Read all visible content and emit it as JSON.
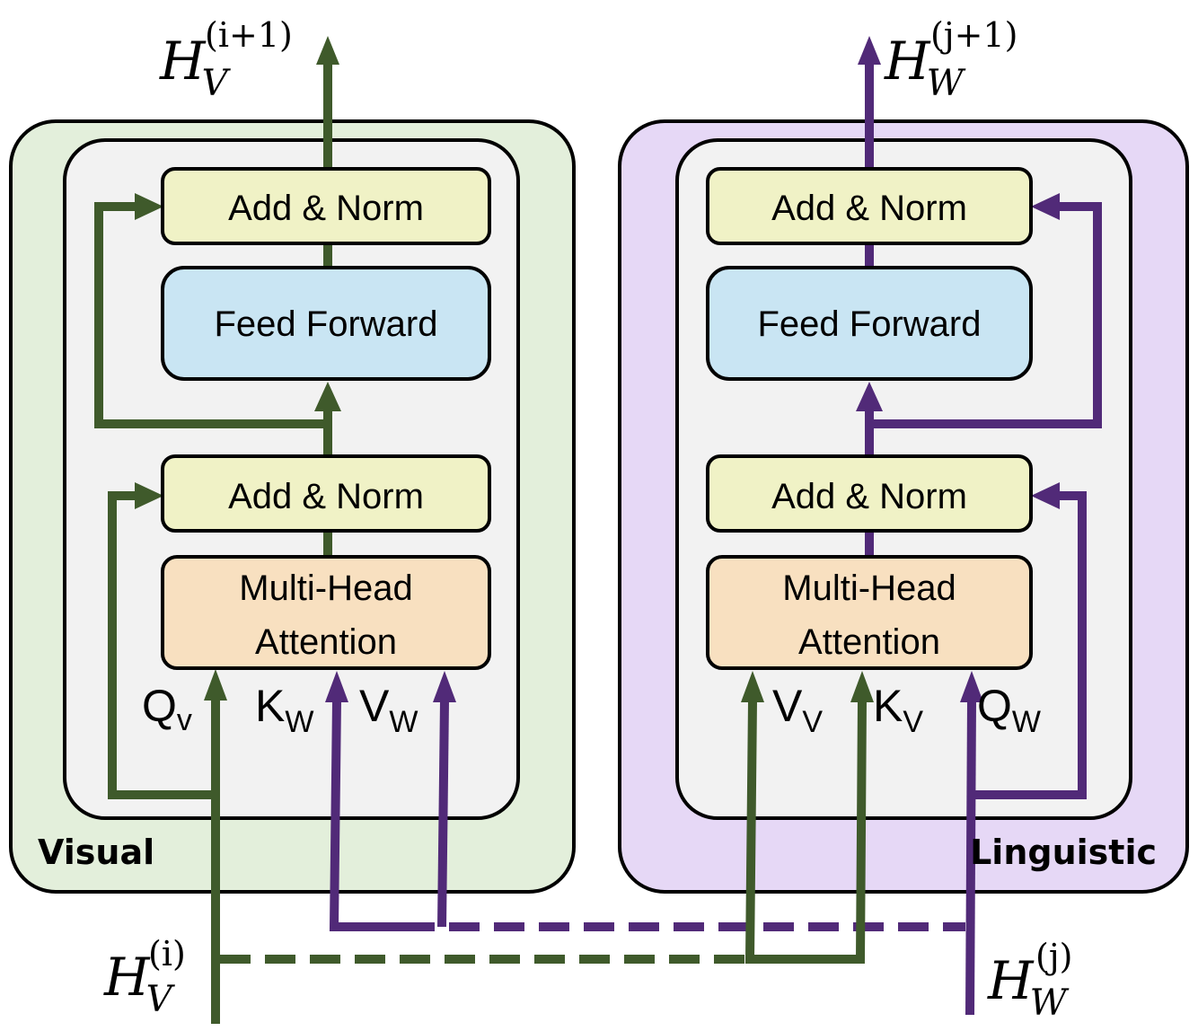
{
  "colors": {
    "visual_arrow": "#3f5a2b",
    "linguistic_arrow": "#512a78",
    "visual_panel_bg": "#e3efdb",
    "linguistic_panel_bg": "#e6d8f6",
    "inner_bg": "#f2f2f2",
    "add_norm_bg": "#f0f2c6",
    "feed_forward_bg": "#c9e5f3",
    "attention_bg": "#f8e0c0"
  },
  "visual": {
    "panel_label": "Visual",
    "output": {
      "base": "H",
      "sub": "V",
      "sup": "(i+1)"
    },
    "input": {
      "base": "H",
      "sub": "V",
      "sup": "(i)"
    },
    "add_norm_top": "Add & Norm",
    "feed_forward": "Feed Forward",
    "add_norm_bottom": "Add & Norm",
    "attention_line1": "Multi-Head",
    "attention_line2": "Attention",
    "inputs": [
      {
        "base": "Q",
        "sub": "v"
      },
      {
        "base": "K",
        "sub": "W"
      },
      {
        "base": "V",
        "sub": "W"
      }
    ]
  },
  "linguistic": {
    "panel_label": "Linguistic",
    "output": {
      "base": "H",
      "sub": "W",
      "sup": "(j+1)"
    },
    "input": {
      "base": "H",
      "sub": "W",
      "sup": "(j)"
    },
    "add_norm_top": "Add & Norm",
    "feed_forward": "Feed Forward",
    "add_norm_bottom": "Add & Norm",
    "attention_line1": "Multi-Head",
    "attention_line2": "Attention",
    "inputs": [
      {
        "base": "V",
        "sub": "V"
      },
      {
        "base": "K",
        "sub": "V"
      },
      {
        "base": "Q",
        "sub": "W"
      }
    ]
  }
}
